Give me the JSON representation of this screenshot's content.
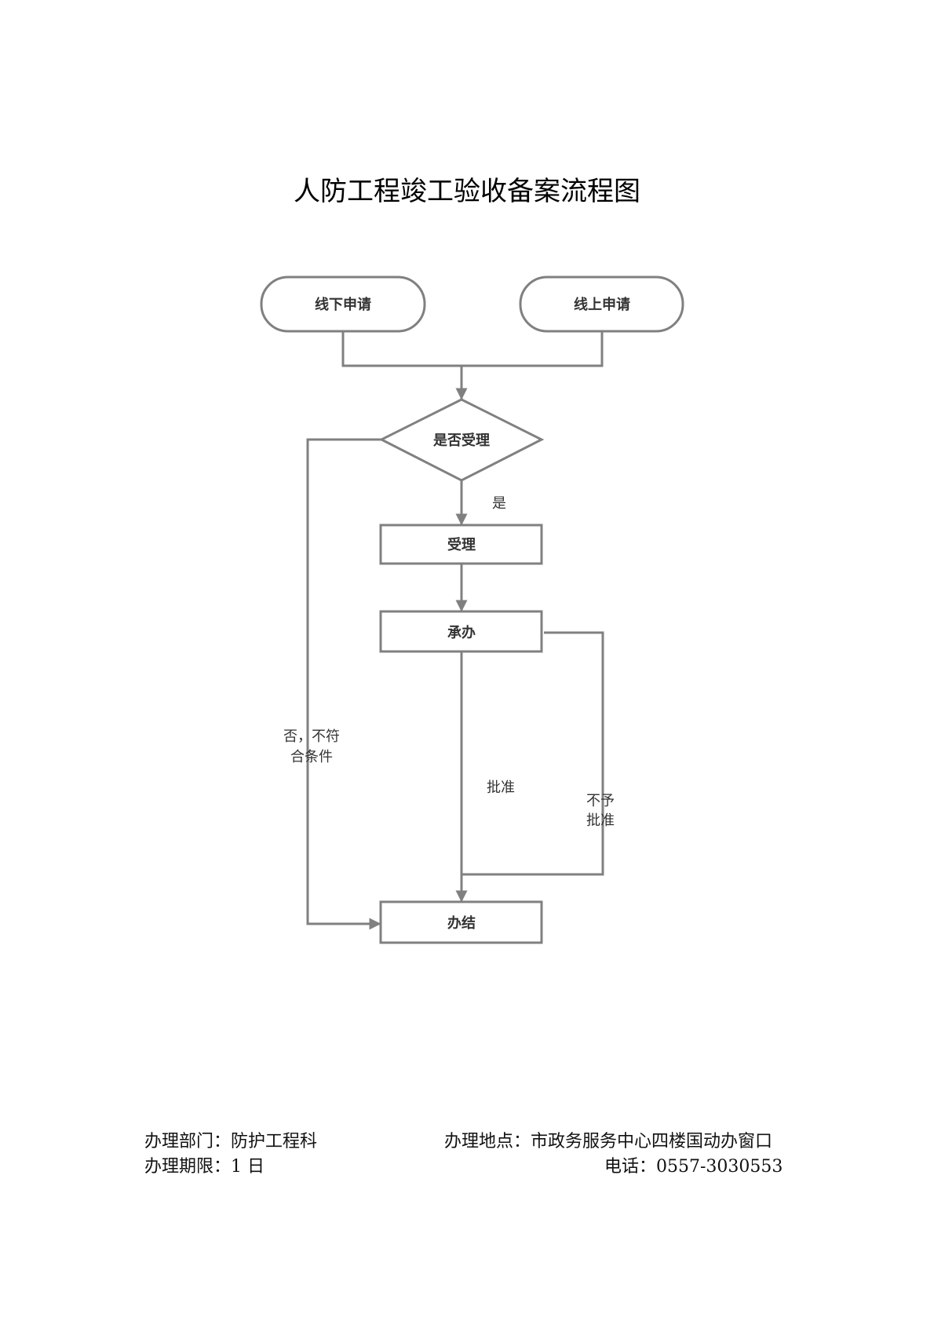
{
  "title": "人防工程竣工验收备案流程图",
  "flowchart": {
    "nodes": {
      "offline": "线下申请",
      "online": "线上申请",
      "decision": "是否受理",
      "accept": "受理",
      "handle": "承办",
      "finish": "办结"
    },
    "labels": {
      "yes": "是",
      "no_line1": "否，不符",
      "no_line2": "合条件",
      "approve": "批准",
      "reject_line1": "不予",
      "reject_line2": "批准"
    },
    "line_color": "#808080"
  },
  "footer": {
    "department": "办理部门：防护工程科",
    "location": "办理地点：市政务服务中心四楼国动办窗口",
    "time_limit": "办理期限：1 日",
    "phone": "电话：0557-3030553"
  }
}
